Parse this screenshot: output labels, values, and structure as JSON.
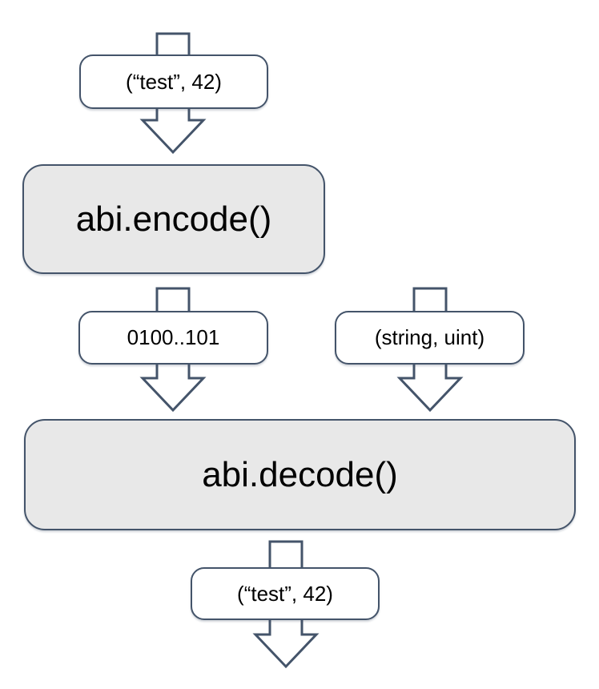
{
  "diagram": {
    "description": "ABI encode/decode flow diagram",
    "colors": {
      "stroke": "#44546A",
      "box_fill": "#E8E8E8",
      "pill_fill": "#FFFFFF",
      "text": "#000000",
      "background": "#FFFFFF"
    },
    "nodes": {
      "input_tuple": {
        "label": "(“test”, 42)"
      },
      "encode": {
        "label": "abi.encode()"
      },
      "encoded_bytes": {
        "label": "0100..101"
      },
      "type_tuple": {
        "label": "(string, uint)"
      },
      "decode": {
        "label": "abi.decode()"
      },
      "output_tuple": {
        "label": "(“test”, 42)"
      }
    }
  }
}
